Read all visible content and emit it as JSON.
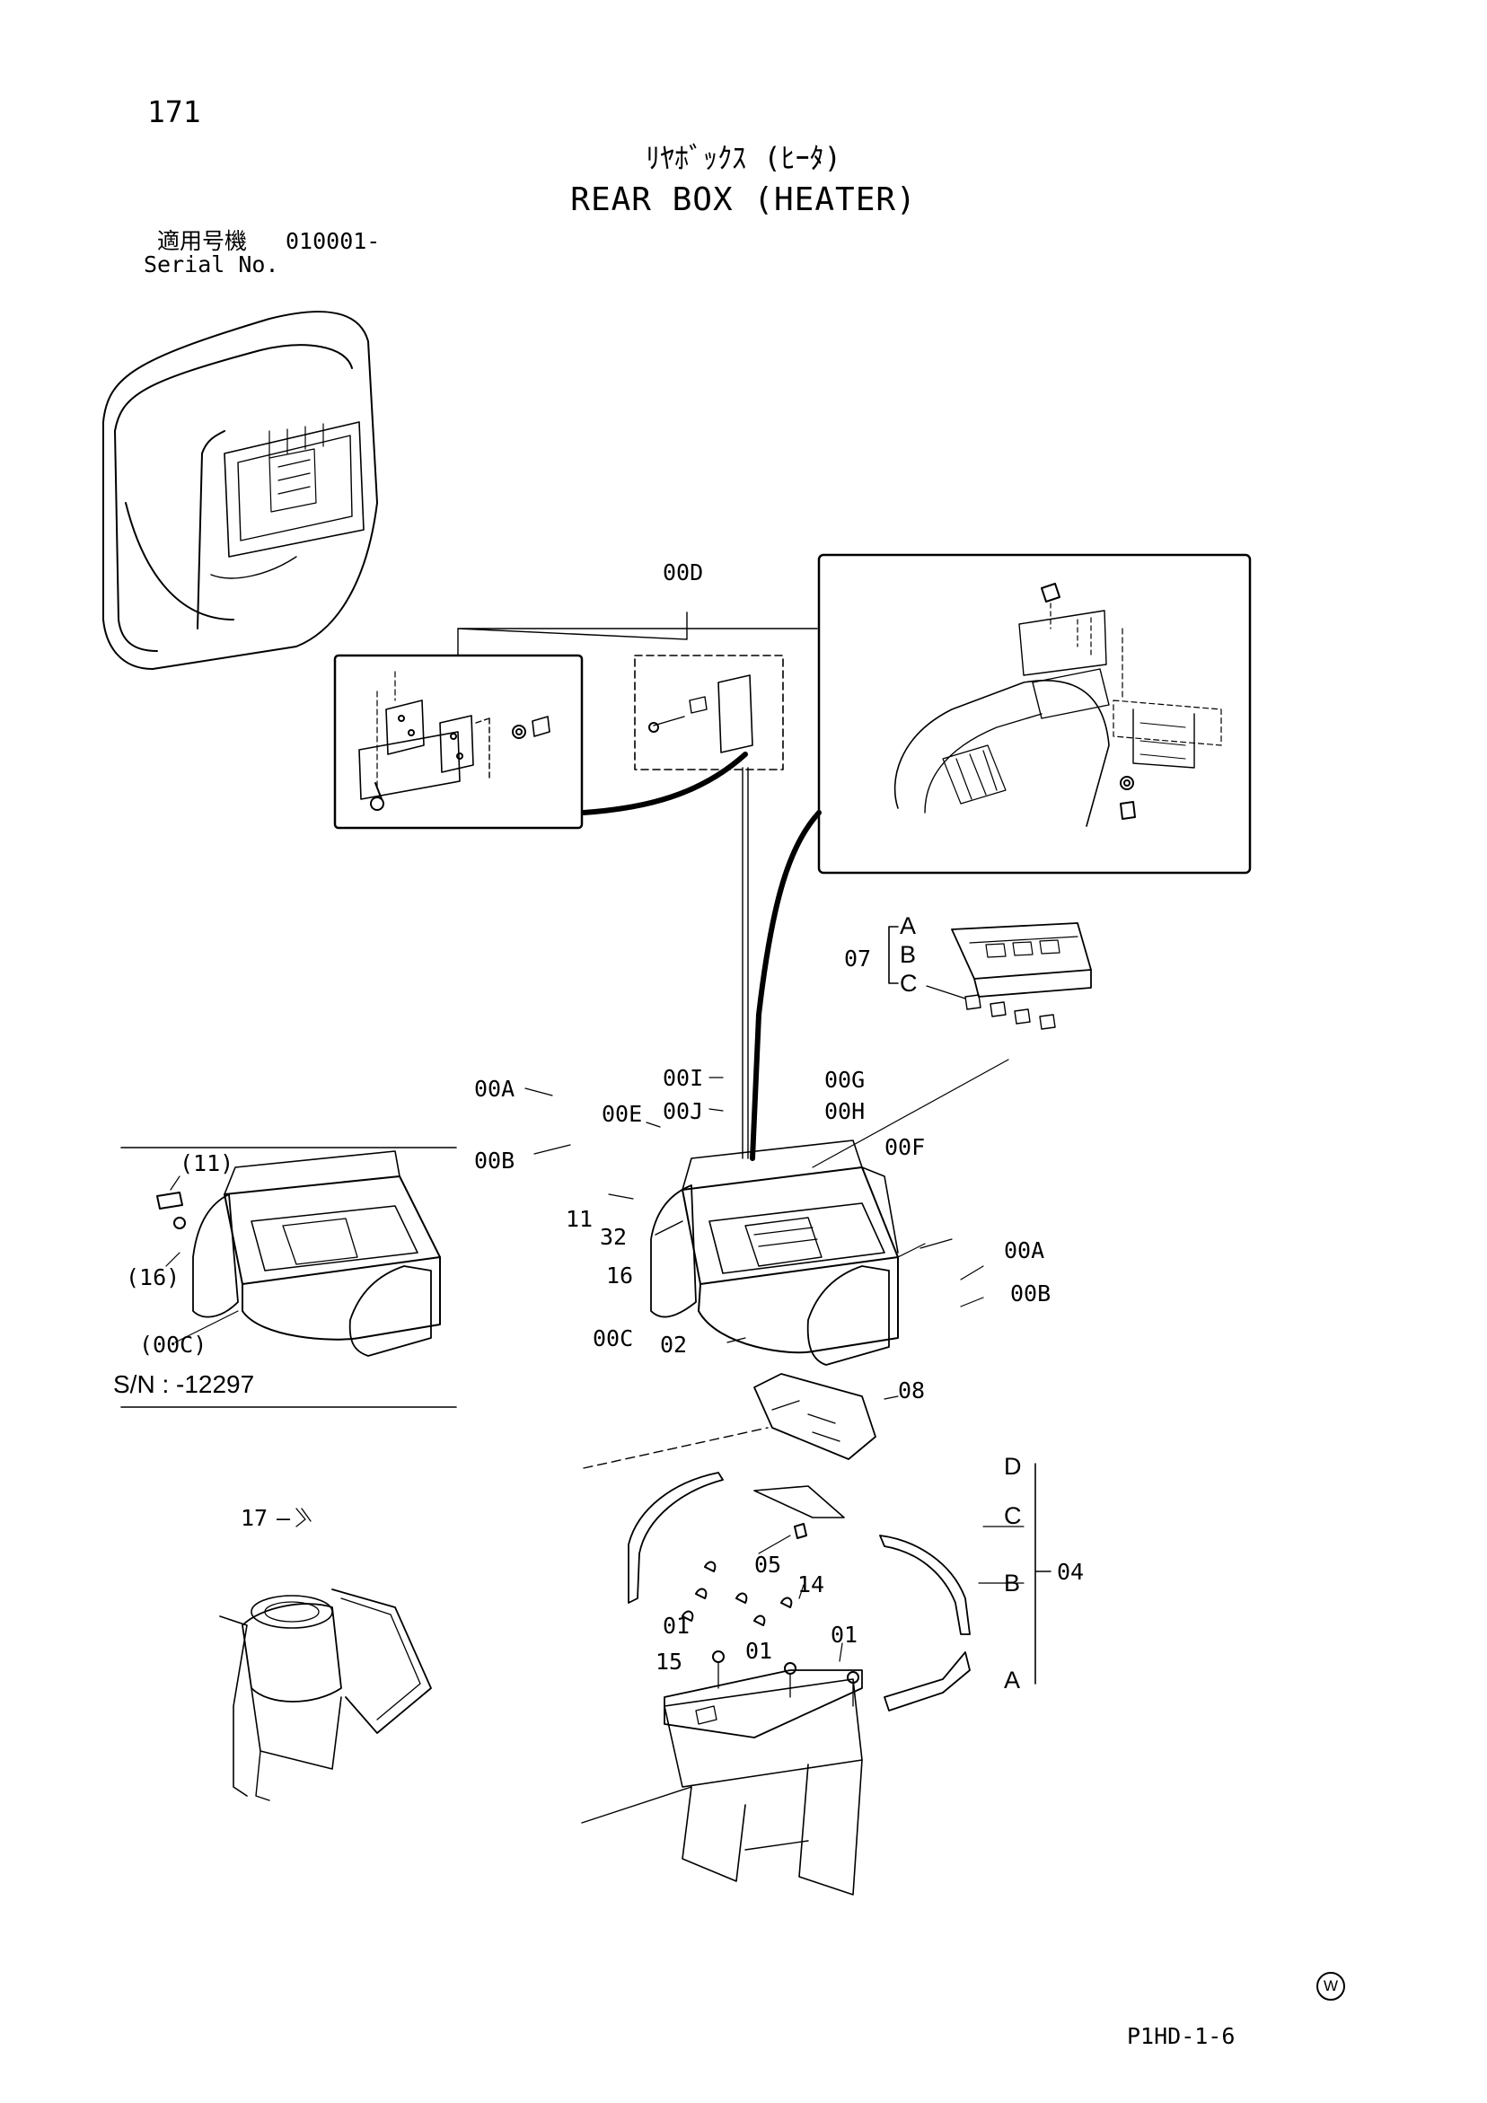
{
  "page_number": "171",
  "title_jp": "ﾘﾔﾎﾞｯｸｽ (ﾋｰﾀ)",
  "title_en": "REAR BOX (HEATER)",
  "serial": {
    "label_jp": "適用号機",
    "value": "010001-",
    "label_en": "Serial No."
  },
  "callouts": {
    "c00D": "00D",
    "c07": "07",
    "cA": "A",
    "cB": "B",
    "cC": "C",
    "c00A_top": "00A",
    "c00I": "00I",
    "c00G": "00G",
    "c00E": "00E",
    "c00J": "00J",
    "c00H": "00H",
    "c00B_top": "00B",
    "c00F": "00F",
    "c11": "11",
    "c32": "32",
    "c16": "16",
    "c00A_right": "00A",
    "c00B_right": "00B",
    "c00C": "00C",
    "c02": "02",
    "c08": "08",
    "c11_inset": "(11)",
    "c16_inset": "(16)",
    "c00C_inset": "(00C)",
    "c17": "17",
    "cD_04": "D",
    "cC_04": "C",
    "cB_04": "B",
    "cA_04": "A",
    "c04": "04",
    "c05": "05",
    "c14": "14",
    "c01_a": "01",
    "c01_b": "01",
    "c01_c": "01",
    "c15": "15"
  },
  "inset_note": "S/N : -12297",
  "footer": {
    "code": "P1HD-1-6",
    "mark": "W"
  }
}
